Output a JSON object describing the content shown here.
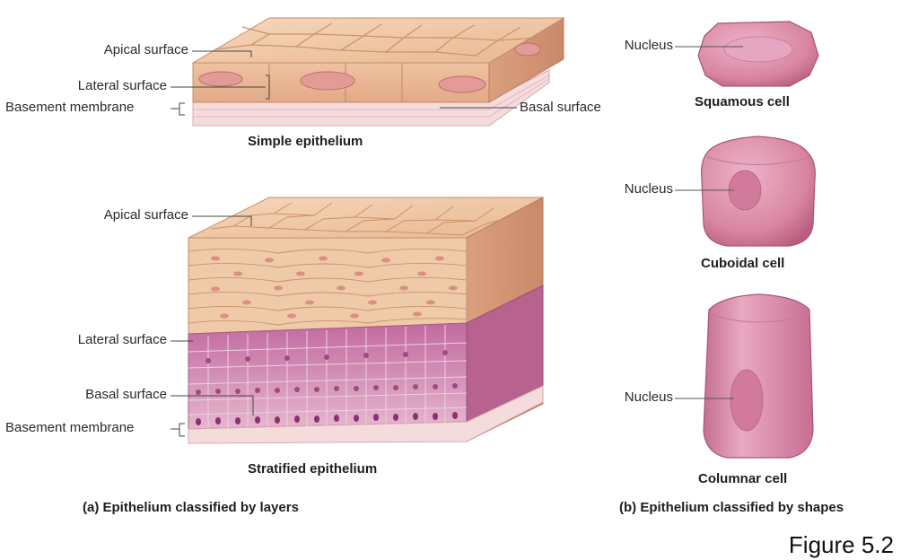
{
  "simple": {
    "apical": "Apical surface",
    "lateral": "Lateral surface",
    "basement": "Basement membrane",
    "basal": "Basal surface",
    "caption": "Simple epithelium"
  },
  "stratified": {
    "apical": "Apical surface",
    "lateral": "Lateral surface",
    "basal": "Basal surface",
    "basement": "Basement membrane",
    "caption": "Stratified epithelium"
  },
  "shapes": {
    "squamous": {
      "nucleus": "Nucleus",
      "caption": "Squamous cell"
    },
    "cuboidal": {
      "nucleus": "Nucleus",
      "caption": "Cuboidal cell"
    },
    "columnar": {
      "nucleus": "Nucleus",
      "caption": "Columnar cell"
    }
  },
  "captions": {
    "layers": "(a) Epithelium classified by layers",
    "shapes": "(b) Epithelium classified by shapes"
  },
  "figure_label": "Figure 5.2",
  "colors": {
    "tan_top": "#f2c9a6",
    "tan_side": "#e6b48c",
    "cell_line": "#c8936a",
    "pink_cell": "#d88aa8",
    "purple_nucleus": "#8c2f73",
    "membrane": "#f3d7d9"
  }
}
